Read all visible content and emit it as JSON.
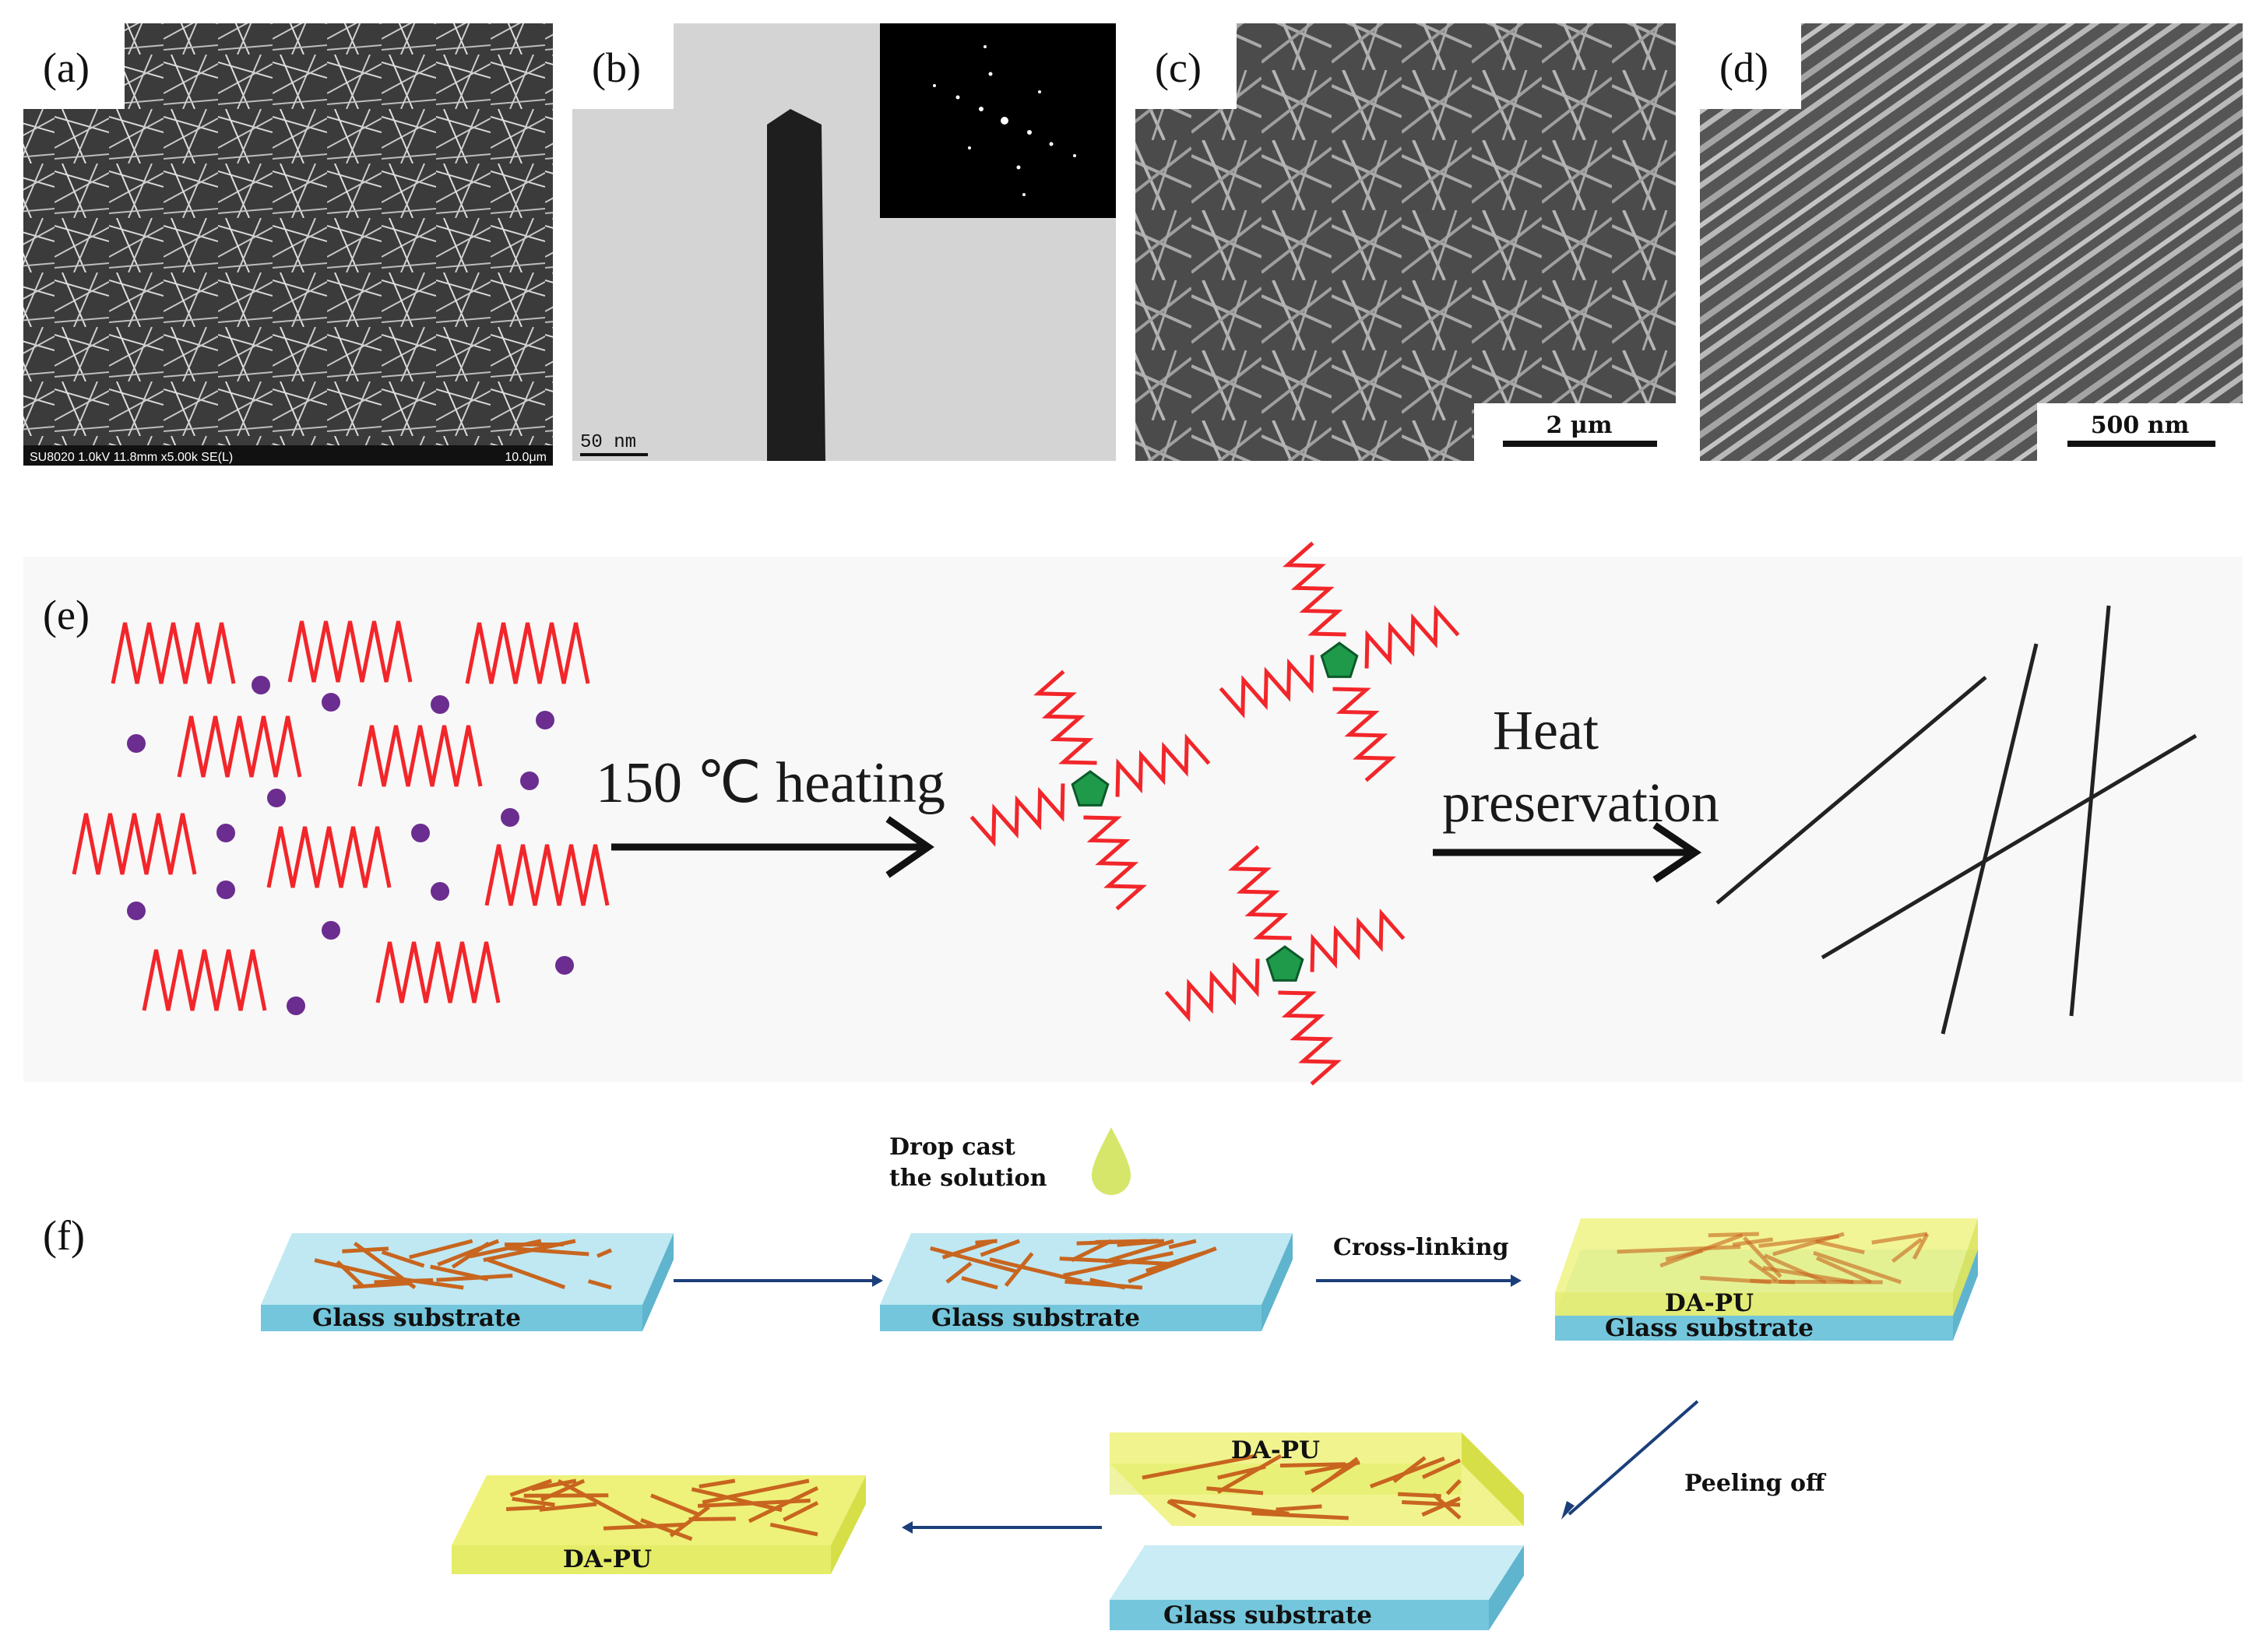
{
  "panels": {
    "a": {
      "label": "(a)",
      "info_bar": "SU8020 1.0kV 11.8mm x5.00k SE(L)",
      "scale": "10.0μm"
    },
    "b": {
      "label": "(b)",
      "scale": "50 nm"
    },
    "c": {
      "label": "(c)",
      "scale": "2 μm"
    },
    "d": {
      "label": "(d)",
      "scale": "500 nm"
    },
    "e": {
      "label": "(e)",
      "step1": "150 ℃ heating",
      "step2_line1": "Heat",
      "step2_line2": "preservation"
    },
    "f": {
      "label": "(f)",
      "drop_cast_line1": "Drop cast",
      "drop_cast_line2": "the solution",
      "cross_linking": "Cross-linking",
      "peeling_off": "Peeling off",
      "glass_substrate": "Glass substrate",
      "da_pu": "DA-PU"
    }
  },
  "colors": {
    "chain": "#f2262a",
    "dot": "#6b2d8f",
    "pentagon": "#1f9a4b",
    "arrow": "#111111",
    "glass_top": "#bfe8f2",
    "glass_side": "#74c6dc",
    "dapu": "#eef27a",
    "wire": "#c8651f",
    "flow_arrow": "#1b3f7a"
  }
}
